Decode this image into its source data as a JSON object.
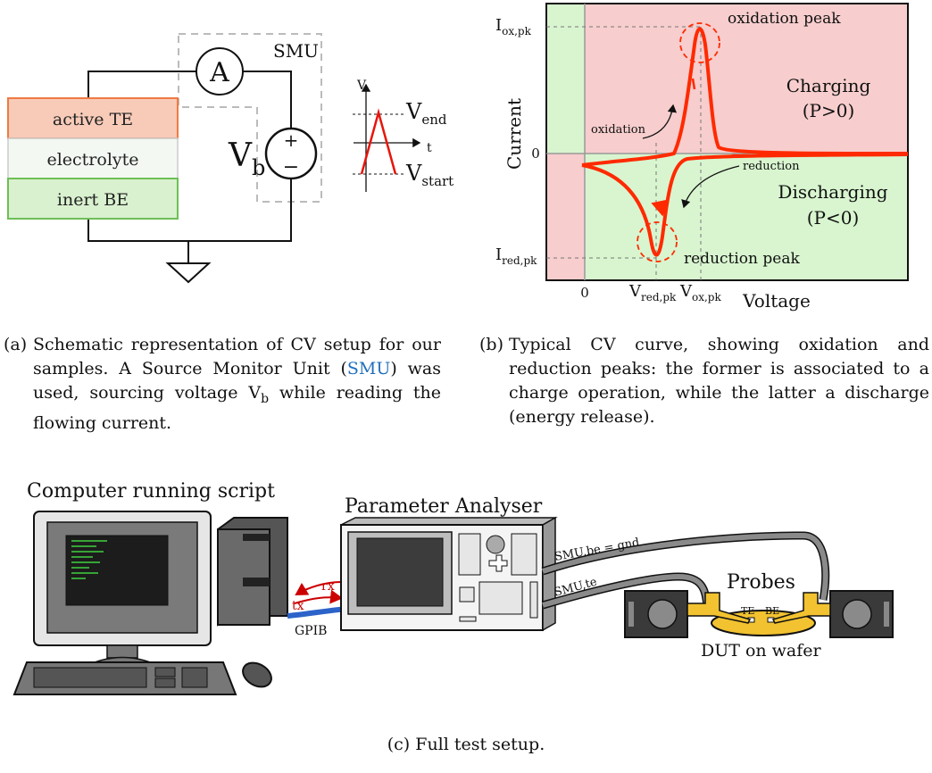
{
  "panel_a": {
    "layers": {
      "te": "active TE",
      "electrolyte": "electrolyte",
      "be": "inert BE"
    },
    "smu_label": "SMU",
    "ammeter_label": "A",
    "vb_main": "V",
    "vb_sub": "b",
    "plus": "+",
    "minus": "−",
    "sweep": {
      "v_axis": "V",
      "t_axis": "t",
      "vend_main": "V",
      "vend_sub": "end",
      "vstart_main": "V",
      "vstart_sub": "start"
    },
    "caption_tag": "(a)",
    "caption_pre": "Schematic representation of CV setup for our samples. A Source Monitor Unit (",
    "caption_link": "SMU",
    "caption_mid": ") was used, sourcing voltage V",
    "caption_sub": "b",
    "caption_post": " while reading the flowing current."
  },
  "panel_b": {
    "ylabel": "Current",
    "xlabel": "Voltage",
    "y_zero": "0",
    "x_zero": "0",
    "iox_main": "I",
    "iox_sub": "ox,pk",
    "ired_main": "I",
    "ired_sub": "red,pk",
    "vred_main": "V",
    "vred_sub": "red,pk",
    "vox_main": "V",
    "vox_sub": "ox,pk",
    "oxidation_peak": "oxidation peak",
    "reduction_peak": "reduction peak",
    "oxidation": "oxidation",
    "reduction": "reduction",
    "charging": "Charging",
    "charging_cond": "(P>0)",
    "discharging": "Discharging",
    "discharging_cond": "(P<0)",
    "caption_tag": "(b)",
    "caption": "Typical CV curve, showing oxidation and reduction peaks: the former is associated to a charge operation, while the latter a discharge (energy release).",
    "colors": {
      "red_region": "#f7cdcd",
      "green_region": "#d8f5cf",
      "curve": "#ff2a00"
    }
  },
  "panel_c": {
    "computer_label": "Computer running script",
    "analyser_label": "Parameter Analyser",
    "probes_label": "Probes",
    "dut_label": "DUT on wafer",
    "gpib": "GPIB",
    "rx": "rx",
    "tx": "tx",
    "smu_be": "SMU,be = gnd",
    "smu_te": "SMU,te",
    "te": "TE",
    "be": "BE",
    "caption": "(c) Full test setup."
  }
}
